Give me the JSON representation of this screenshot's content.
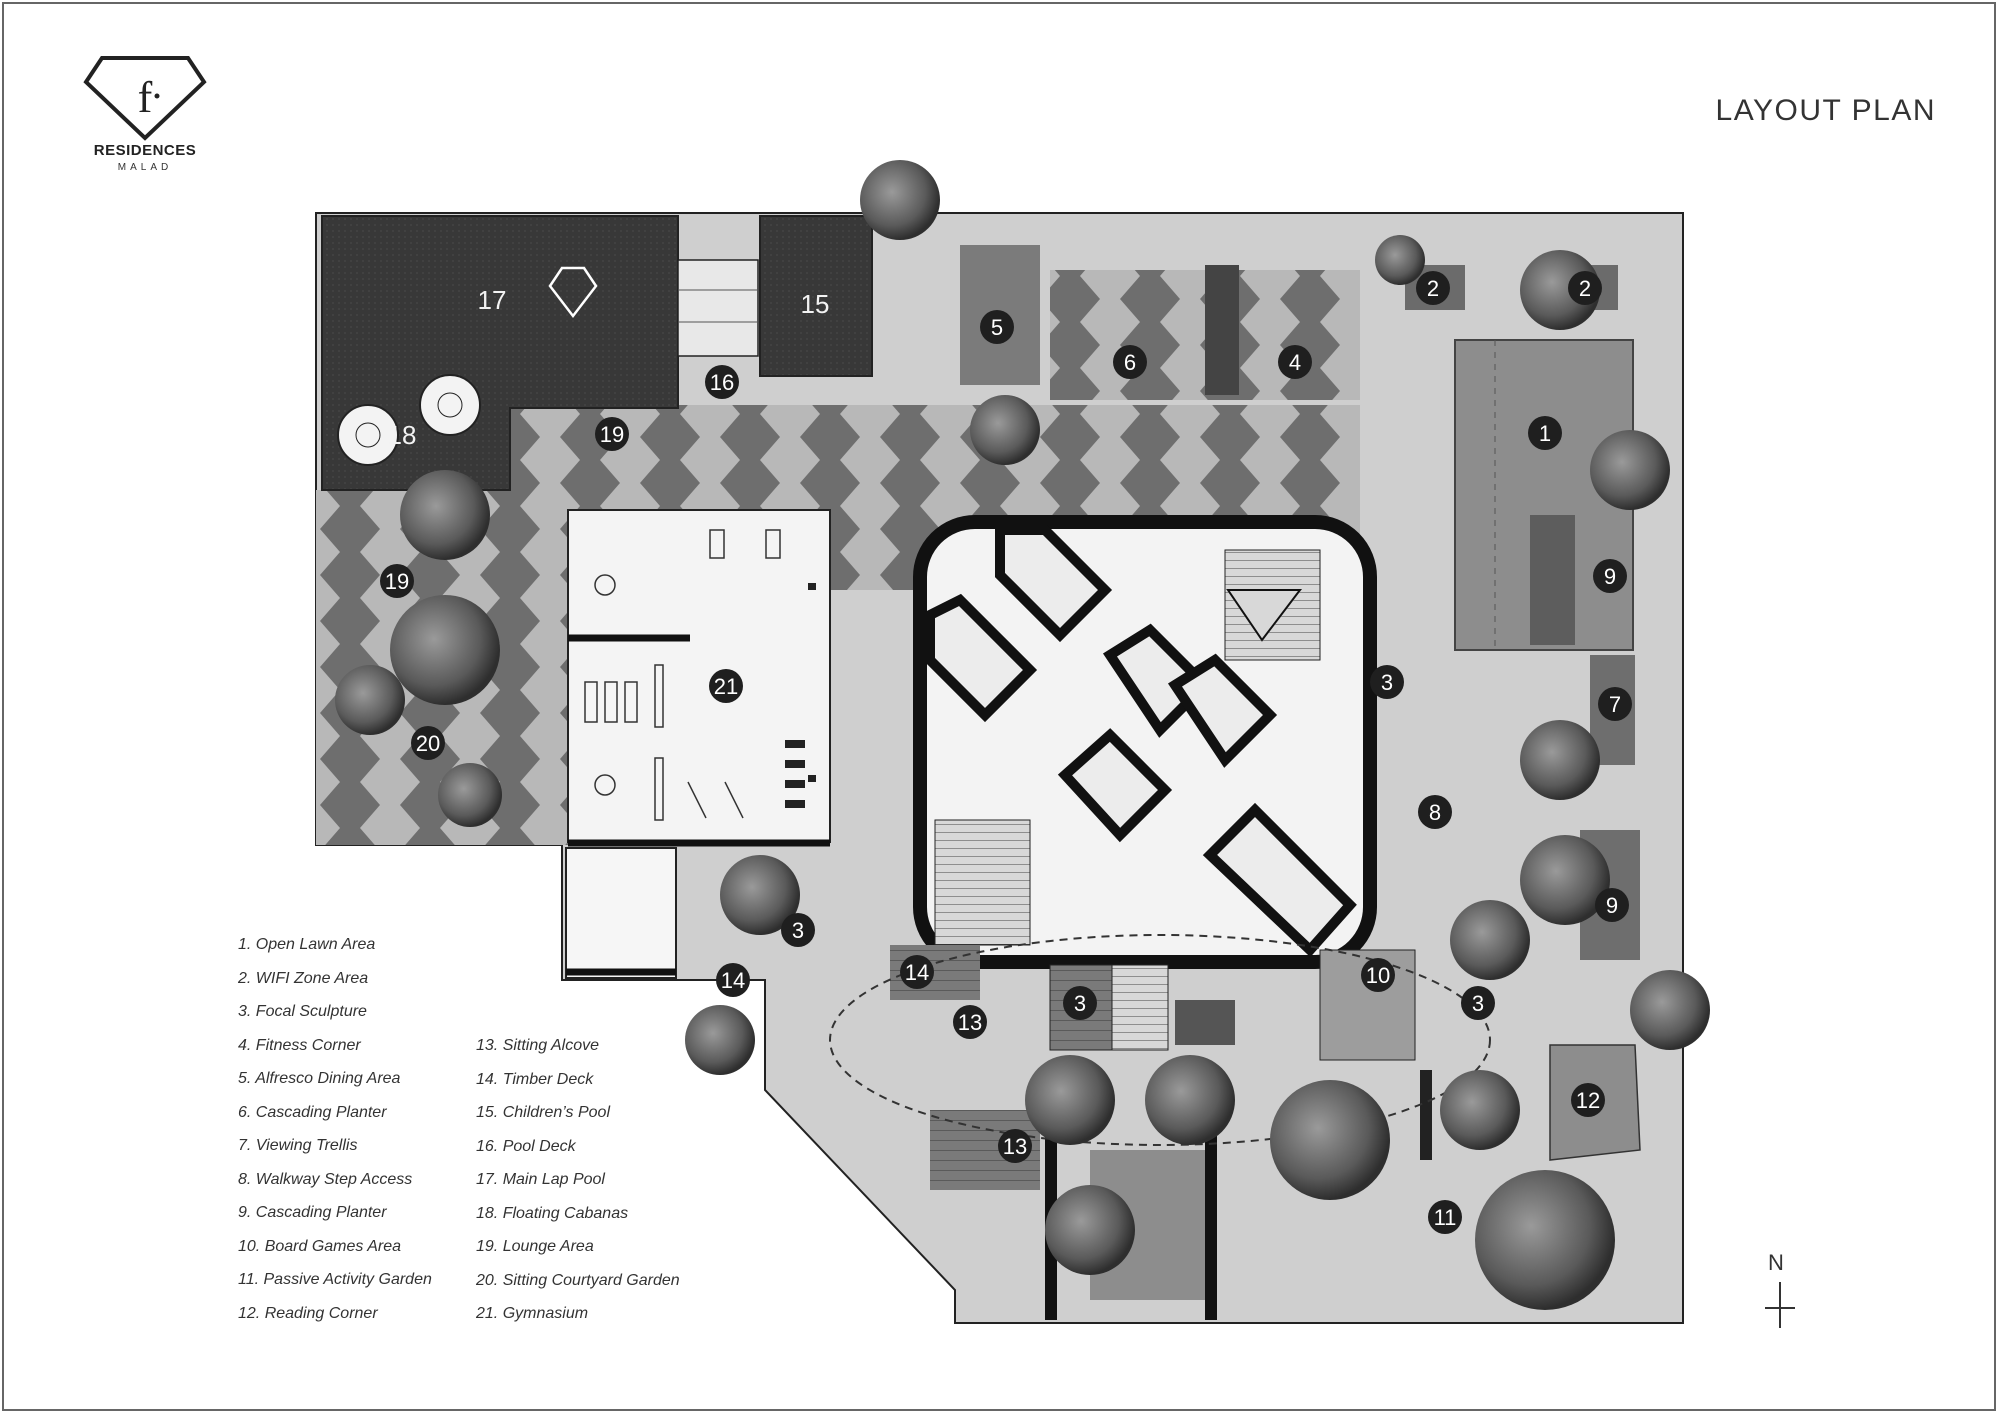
{
  "brand": {
    "name": "RESIDENCES",
    "location": "MALAD",
    "logo_letter": "f"
  },
  "page_title": "LAYOUT  PLAN",
  "north_label": "N",
  "markers": [
    {
      "id": "m1",
      "label": "1"
    },
    {
      "id": "m2a",
      "label": "2"
    },
    {
      "id": "m2b",
      "label": "2"
    },
    {
      "id": "m3a",
      "label": "3"
    },
    {
      "id": "m3b",
      "label": "3"
    },
    {
      "id": "m3c",
      "label": "3"
    },
    {
      "id": "m3d",
      "label": "3"
    },
    {
      "id": "m4",
      "label": "4"
    },
    {
      "id": "m5",
      "label": "5"
    },
    {
      "id": "m6",
      "label": "6"
    },
    {
      "id": "m7",
      "label": "7"
    },
    {
      "id": "m8",
      "label": "8"
    },
    {
      "id": "m9a",
      "label": "9"
    },
    {
      "id": "m9b",
      "label": "9"
    },
    {
      "id": "m10",
      "label": "10"
    },
    {
      "id": "m11",
      "label": "11"
    },
    {
      "id": "m12",
      "label": "12"
    },
    {
      "id": "m13a",
      "label": "13"
    },
    {
      "id": "m13b",
      "label": "13"
    },
    {
      "id": "m14a",
      "label": "14"
    },
    {
      "id": "m14b",
      "label": "14"
    },
    {
      "id": "m15",
      "label": "15"
    },
    {
      "id": "m16",
      "label": "16"
    },
    {
      "id": "m17",
      "label": "17"
    },
    {
      "id": "m18",
      "label": "18"
    },
    {
      "id": "m19a",
      "label": "19"
    },
    {
      "id": "m19b",
      "label": "19"
    },
    {
      "id": "m20",
      "label": "20"
    },
    {
      "id": "m21",
      "label": "21"
    }
  ],
  "legend": [
    "1. Open Lawn Area",
    "2. WIFI Zone Area",
    "3. Focal Sculpture",
    "4. Fitness Corner",
    "5. Alfresco Dining Area",
    "6. Cascading Planter",
    "7. Viewing Trellis",
    "8. Walkway Step Access",
    "9. Cascading Planter",
    "10. Board Games Area",
    "11. Passive Activity Garden",
    "12. Reading Corner",
    "13. Sitting Alcove",
    "14. Timber Deck",
    "15. Children’s Pool",
    "16. Pool Deck",
    "17. Main Lap Pool",
    "18. Floating Cabanas",
    "19. Lounge Area",
    "20. Sitting Courtyard Garden",
    "21. Gymnasium"
  ],
  "colors": {
    "pool": "#3a3a3a",
    "paving_dark": "#8a8a8a",
    "paving_light": "#c9c9c9",
    "lawn": "#9a9a9a",
    "tree": "#6b6b6b",
    "marker_bg": "#1f1f1f",
    "marker_text": "#ffffff",
    "wall": "#111111"
  }
}
